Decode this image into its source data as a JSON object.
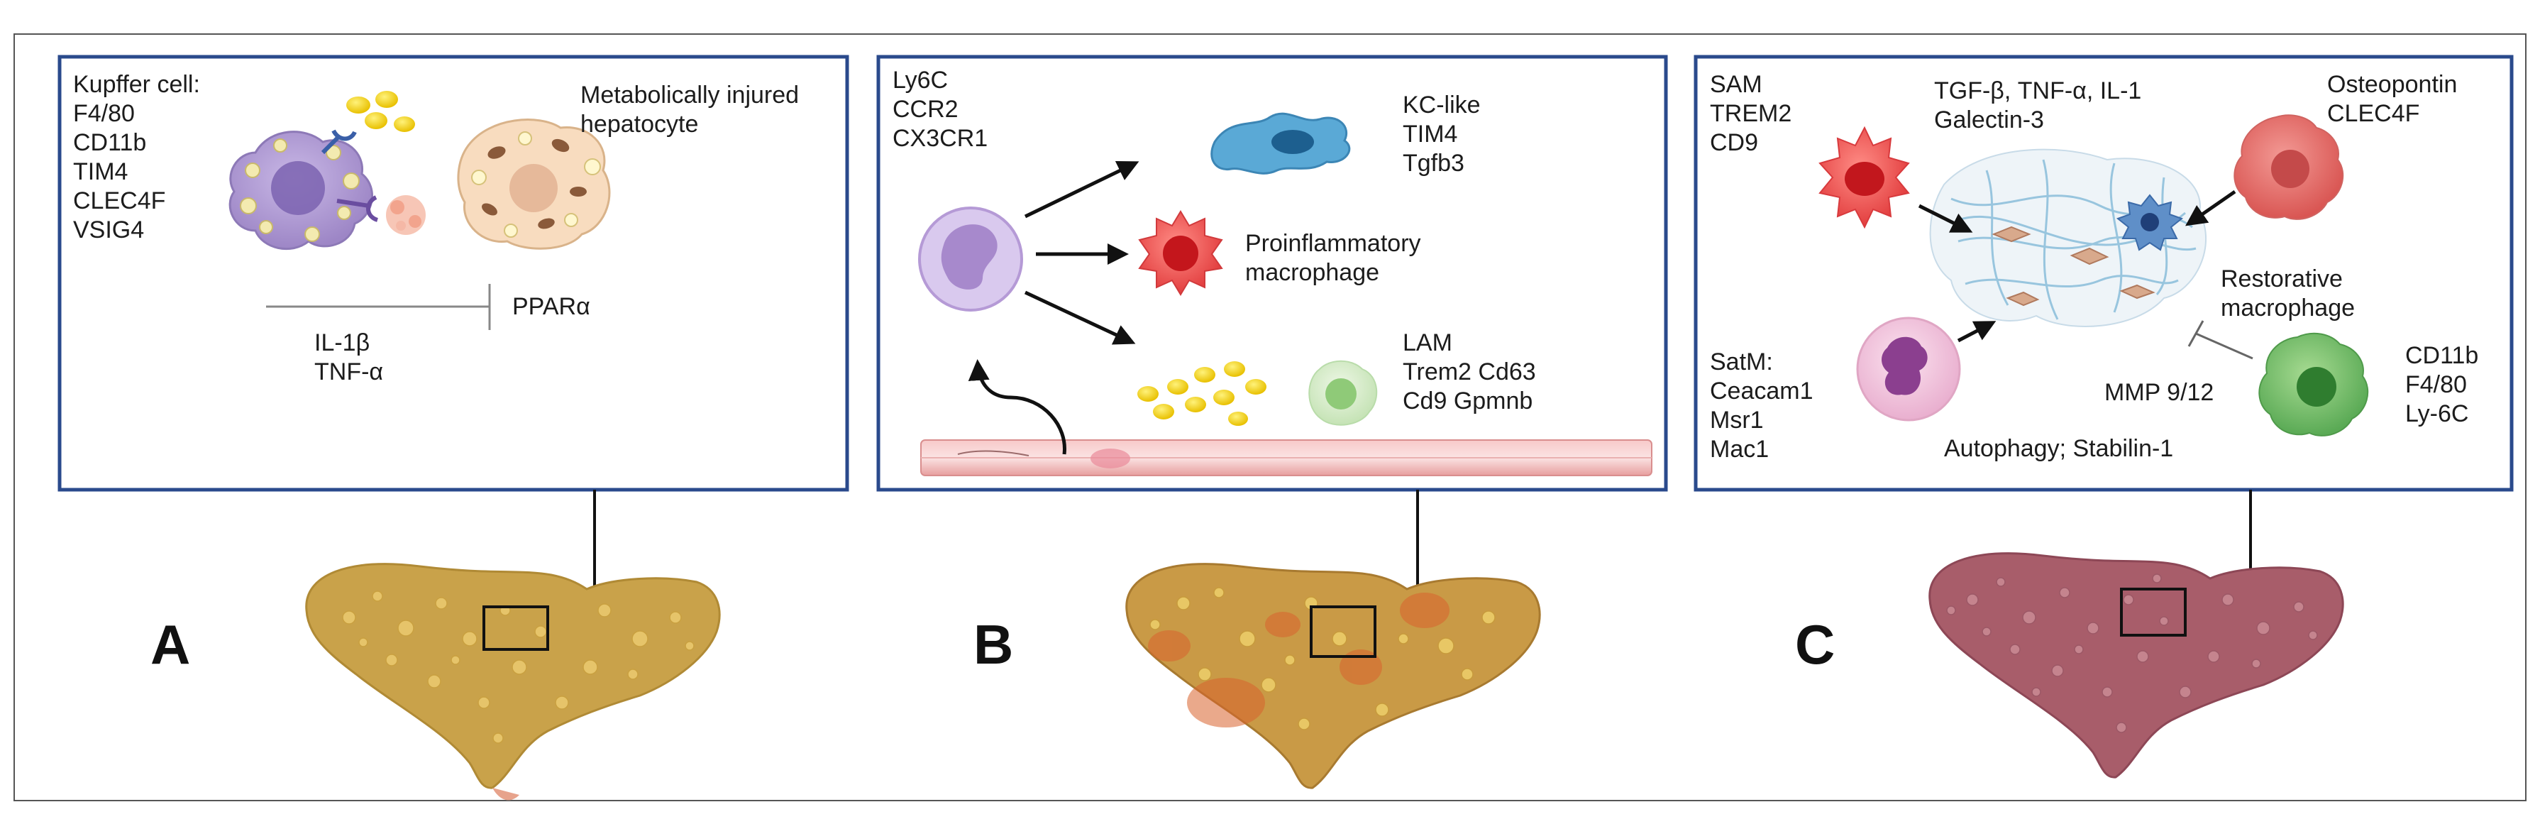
{
  "panel_a": {
    "letter": "A",
    "markers_heading": "Kupffer cell:",
    "markers": [
      "F4/80",
      "CD11b",
      "TIM4",
      "CLEC4F",
      "VSIG4"
    ],
    "hepatocyte_label_1": "Metabolically injured",
    "hepatocyte_label_2": "hepatocyte",
    "inhibited_target": "PPARα",
    "cytokines": [
      "IL-1β",
      "TNF-α"
    ]
  },
  "panel_b": {
    "letter": "B",
    "monocyte_markers": [
      "Ly6C",
      "CCR2",
      "CX3CR1"
    ],
    "kc_like": [
      "KC-like",
      "TIM4",
      "Tgfb3"
    ],
    "proinflammatory": [
      "Proinflammatory",
      "macrophage"
    ],
    "lam": [
      "LAM",
      "Trem2 Cd63",
      "Cd9 Gpmnb"
    ]
  },
  "panel_c": {
    "letter": "C",
    "sam_markers": [
      "SAM",
      "TREM2",
      "CD9"
    ],
    "cytokines_1": "TGF-β, TNF-α, IL-1",
    "cytokines_2": "Galectin-3",
    "osteopontin": [
      "Osteopontin",
      "CLEC4F"
    ],
    "restorative": [
      "Restorative",
      "macrophage"
    ],
    "satm": [
      "SatM:",
      "Ceacam1",
      "Msr1",
      "Mac1"
    ],
    "restorative_markers": [
      "CD11b",
      "F4/80",
      "Ly-6C"
    ],
    "mmp": "MMP 9/12",
    "autophagy": "Autophagy; Stabilin-1"
  },
  "colors": {
    "panel_border": "#2a4a8c",
    "outer_border": "#555555",
    "fatty_liver": "#c9a24a",
    "nash_liver": "#c99a46",
    "cirrhotic_liver": "#a85d6a",
    "kc_like_cell": "#4a9ad0",
    "proinflammatory_cell": "#e0484a",
    "monocyte": "#b59ad6",
    "lam_cell": "#9fd08f",
    "lipid_droplet": "#f2d22a",
    "restorative_cell": "#5aaa55",
    "satm_cell": "#e6a7c8"
  },
  "icons": [
    "kupffer-cell-icon",
    "hepatocyte-icon",
    "monocyte-icon",
    "macrophage-icon",
    "liver-icon",
    "blood-vessel-icon",
    "fibrosis-mesh-icon"
  ]
}
